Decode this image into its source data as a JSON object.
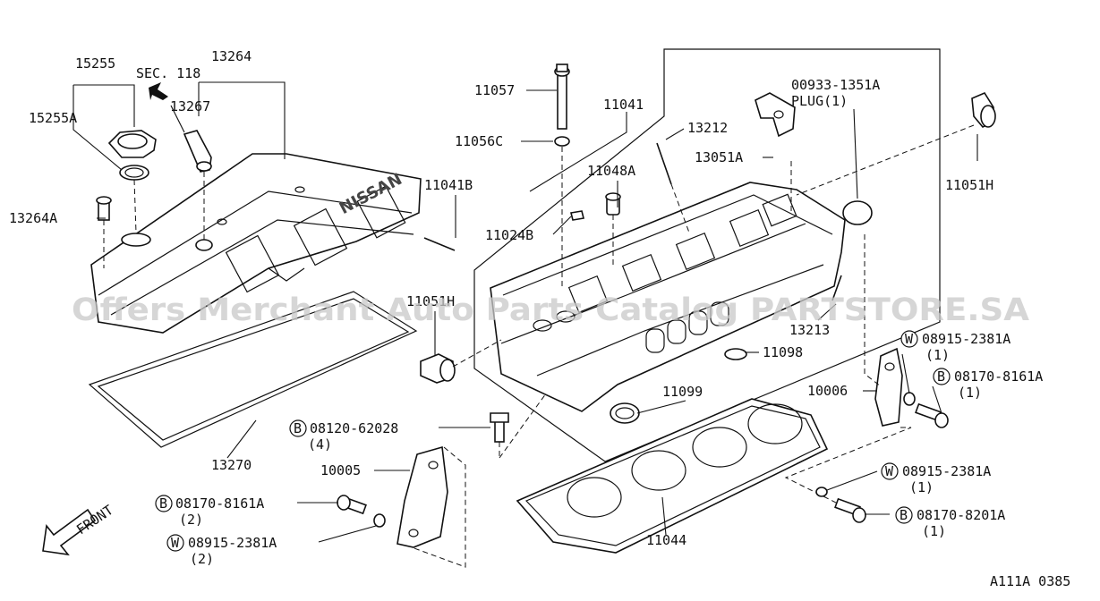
{
  "watermark": "Offers Merchant Auto Parts Catalog PARTSTORE.SA",
  "diagram_code": "A111A 0385",
  "front_label": "FRONT",
  "emblem_text": "NISSAN",
  "labels": {
    "p15255": "15255",
    "sec118": "SEC. 118",
    "p13264": "13264",
    "p15255a": "15255A",
    "p13267": "13267",
    "p13264a": "13264A",
    "p13270": "13270",
    "p11057": "11057",
    "p11041": "11041",
    "p11056c": "11056C",
    "p13212": "13212",
    "p11048a": "11048A",
    "p00933": "00933-1351A",
    "plug": "PLUG(1)",
    "p13051a": "13051A",
    "p11051h_r": "11051H",
    "p11041b": "11041B",
    "p11024b": "11024B",
    "p11051h_l": "11051H",
    "p13213": "13213",
    "p11098": "11098",
    "p11099": "11099",
    "p10006": "10006",
    "w08915_r1": "08915-2381A",
    "w08915_r1_qty": "(1)",
    "b08170_8161_r": "08170-8161A",
    "b08170_8161_r_qty": "(1)",
    "b08120": "08120-62028",
    "b08120_qty": "(4)",
    "p10005": "10005",
    "b08170_8161_l": "08170-8161A",
    "b08170_8161_l_qty": "(2)",
    "w08915_l": "08915-2381A",
    "w08915_l_qty": "(2)",
    "w08915_r2": "08915-2381A",
    "w08915_r2_qty": "(1)",
    "b08170_8201": "08170-8201A",
    "b08170_8201_qty": "(1)",
    "p11044": "11044",
    "prefix_b": "B",
    "prefix_w": "W"
  }
}
